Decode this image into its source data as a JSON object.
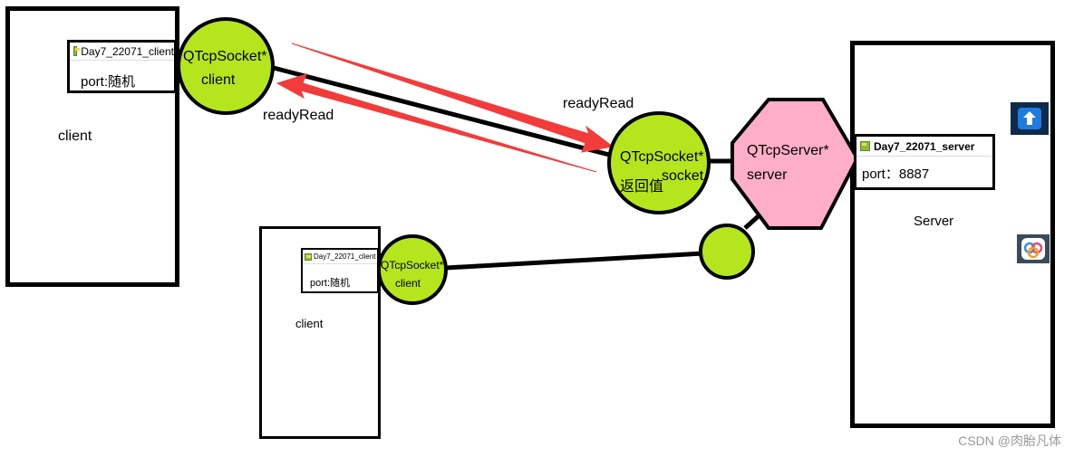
{
  "client_main": {
    "label": "client",
    "window_title": "Day7_22071_client",
    "port_text": "port:随机",
    "socket_line1": "QTcpSocket*",
    "socket_line2": "client"
  },
  "client_small": {
    "label": "client",
    "window_title": "Day7_22071_client",
    "port_text": "port:随机",
    "socket_line1": "QTcpSocket*",
    "socket_line2": "client"
  },
  "server_socket": {
    "line1": "QTcpSocket*",
    "line2": "返回值",
    "line3": "socket"
  },
  "server_obj": {
    "line1": "QTcpServer*",
    "line2": "server"
  },
  "server_window": {
    "label": "Server",
    "window_title": "Day7_22071_server",
    "port_text": "port：8887"
  },
  "arrows": {
    "to_server": "readyRead",
    "to_client": "readyRead"
  },
  "colors": {
    "node_fill": "#b5e61d",
    "hex_fill": "#ffaec9",
    "arrow": "#f23c3c"
  },
  "icons": {
    "top": "upload-arrow-icon",
    "bottom": "cloud-app-icon"
  },
  "watermark": "CSDN @肉胎凡体"
}
